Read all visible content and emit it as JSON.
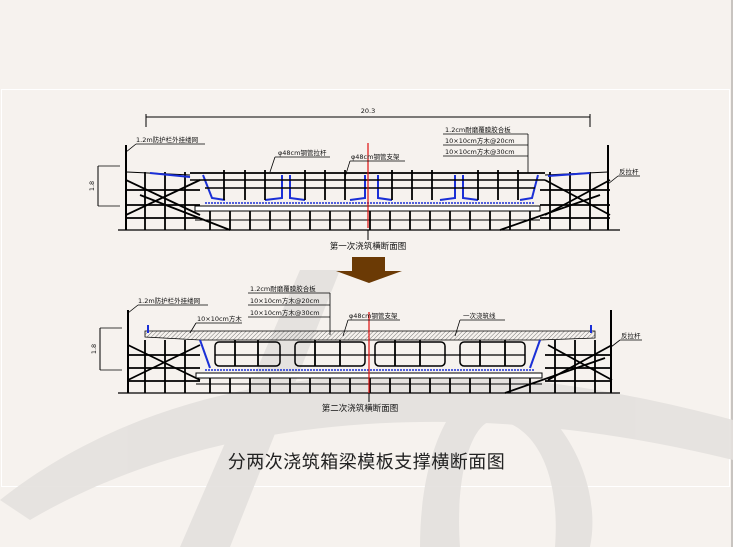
{
  "diagram": {
    "title": "分两次浇筑箱梁模板支撑横断面图",
    "colors": {
      "background": "#f6f2ee",
      "line": "#000000",
      "formwork_blue": "#1a2fd6",
      "centerline_red": "#e01010",
      "arrow_brown": "#6b3a05",
      "watermark": "#e4e1de"
    },
    "first_section": {
      "caption": "第一次浇筑横断面图",
      "width_dimension": "20.3",
      "height_dimension": "1.8",
      "labels": {
        "guardrail": "1.2m防护栏外挂缕网",
        "tie_rod": "φ48cm钢管拉杆",
        "steel_support": "φ48cm钢管支架",
        "plywood": "1.2cm耐磨覆膜胶合板",
        "timber_20": "10×10cm方木@20cm",
        "timber_30": "10×10cm方木@30cm",
        "back_tie": "反拉杆"
      }
    },
    "arrow": {
      "direction": "down"
    },
    "second_section": {
      "caption": "第二次浇筑横断面图",
      "height_dimension": "1.8",
      "labels": {
        "guardrail": "1.2m防护栏外挂缕网",
        "timber_square": "10×10cm方木",
        "plywood": "1.2cm耐磨覆膜胶合板",
        "timber_20": "10×10cm方木@20cm",
        "timber_30": "10×10cm方木@30cm",
        "steel_support": "φ48cm钢管支架",
        "first_pour_line": "一次浇筑线",
        "back_tie": "反拉杆"
      }
    }
  }
}
